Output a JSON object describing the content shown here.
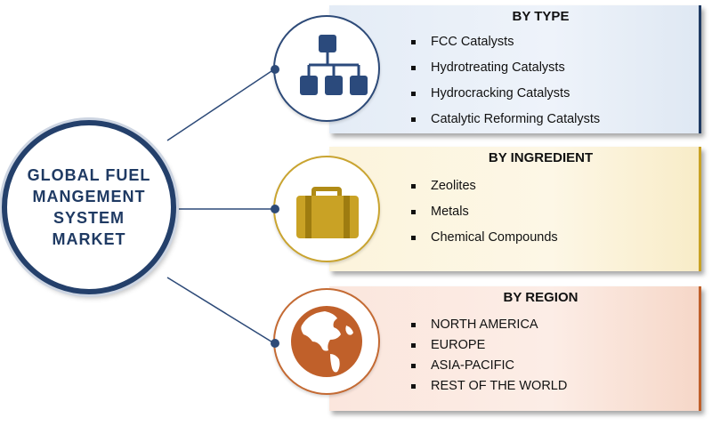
{
  "center": {
    "title": "GLOBAL FUEL MANGEMENT SYSTEM MARKET"
  },
  "segments": [
    {
      "title": "BY TYPE",
      "icon": "hierarchy-icon",
      "color": "#2b4a7c",
      "items": [
        "FCC Catalysts",
        "Hydrotreating Catalysts",
        "Hydrocracking Catalysts",
        "Catalytic Reforming Catalysts"
      ]
    },
    {
      "title": "BY INGREDIENT",
      "icon": "briefcase-icon",
      "color": "#c9a225",
      "items": [
        "Zeolites",
        "Metals",
        "Chemical Compounds"
      ]
    },
    {
      "title": "BY REGION",
      "icon": "globe-icon",
      "color": "#c0602a",
      "items": [
        "NORTH AMERICA",
        "EUROPE",
        "ASIA-PACIFIC",
        "REST OF THE WORLD"
      ]
    }
  ]
}
